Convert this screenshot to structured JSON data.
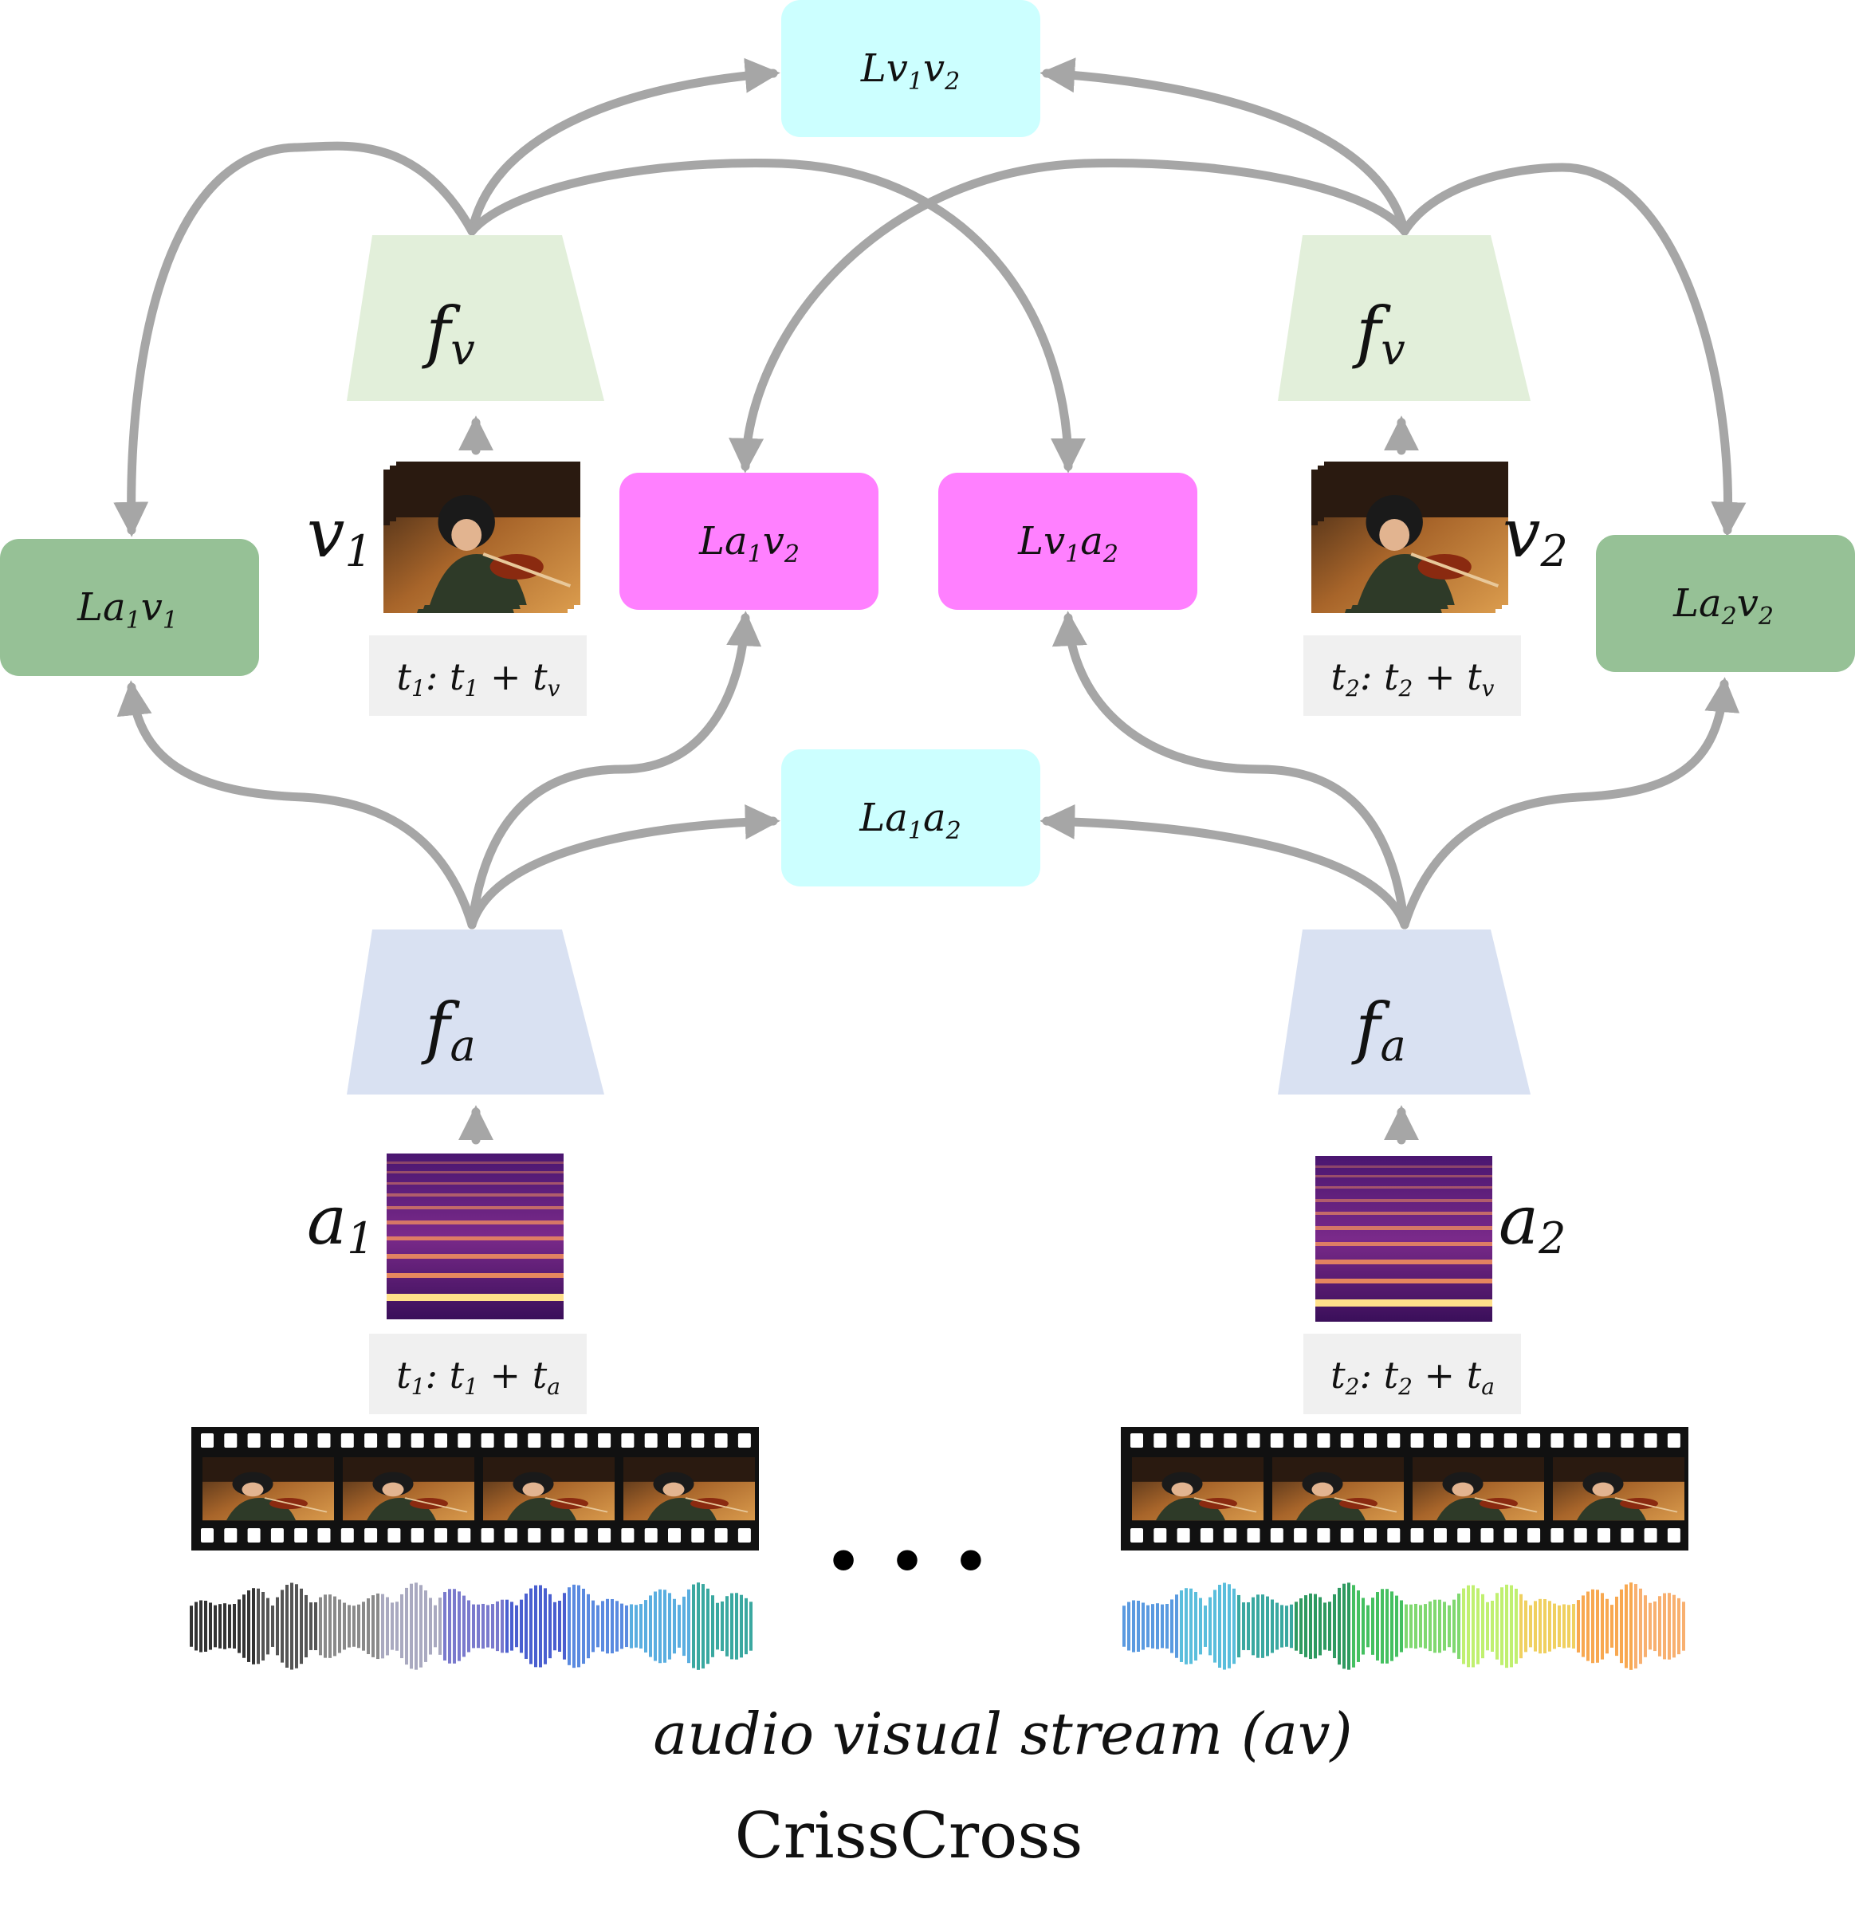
{
  "colors": {
    "arrow": "#a6a6a6",
    "cyan_box": "#ccffff",
    "magenta_box": "#ff80ff",
    "green_box": "#96c196",
    "encoder_visual": "#e2efda",
    "encoder_audio": "#d9e1f2",
    "time_box": "#f0f0f0"
  },
  "losses": {
    "v1v2": {
      "L": "Lv",
      "s1": "1",
      "m": "v",
      "s2": "2"
    },
    "a1a2": {
      "L": "La",
      "s1": "1",
      "m": "a",
      "s2": "2"
    },
    "a1v2": {
      "L": "La",
      "s1": "1",
      "m": "v",
      "s2": "2"
    },
    "v1a2": {
      "L": "Lv",
      "s1": "1",
      "m": "a",
      "s2": "2"
    },
    "a1v1": {
      "L": "La",
      "s1": "1",
      "m": "v",
      "s2": "1"
    },
    "a2v2": {
      "L": "La",
      "s1": "2",
      "m": "v",
      "s2": "2"
    }
  },
  "encoders": {
    "visual": {
      "f": "f",
      "sub": "v"
    },
    "audio": {
      "f": "f",
      "sub": "a"
    }
  },
  "inputs": {
    "v1": {
      "base": "v",
      "sub": "1"
    },
    "v2": {
      "base": "v",
      "sub": "2"
    },
    "a1": {
      "base": "a",
      "sub": "1"
    },
    "a2": {
      "base": "a",
      "sub": "2"
    }
  },
  "time_ranges": {
    "t1v": {
      "t": "t",
      "i": "1",
      "sep": ": ",
      "d": "v"
    },
    "t2v": {
      "t": "t",
      "i": "2",
      "sep": ": ",
      "d": "v"
    },
    "t1a": {
      "t": "t",
      "i": "1",
      "sep": ": ",
      "d": "a"
    },
    "t2a": {
      "t": "t",
      "i": "2",
      "sep": ": ",
      "d": "a"
    }
  },
  "ellipsis": "• • •",
  "stream_caption": "audio visual stream (av)",
  "title": "CrissCross",
  "icons": {
    "video_frames": "violin-player-frame-stack-icon",
    "spectrogram": "spectrogram-icon",
    "film_strip": "film-strip-icon",
    "waveform": "audio-waveform-icon"
  }
}
